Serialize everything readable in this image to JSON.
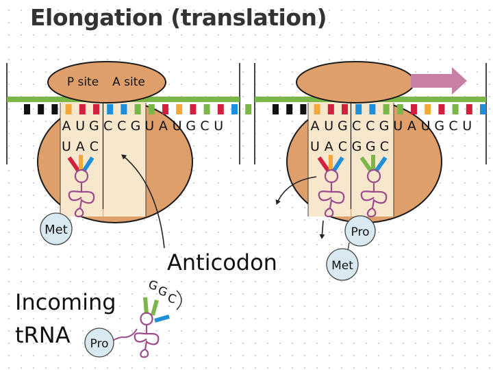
{
  "title": "Elongation (translation)",
  "colors": {
    "mrna": "#7ab648",
    "ribosome": "#de9f6b",
    "ribosome_edge": "#1a1a1a",
    "site_band": "#f7e7cc",
    "arrow": "#c77fa6",
    "amino_acid_fill": "#d9e9f2",
    "trna_loop": "#9b4b8c",
    "codon_colors": {
      "black": "#111111",
      "red": "#d1213f",
      "green": "#7ab648",
      "blue": "#1e8fd8",
      "orange": "#f2a83a"
    }
  },
  "left_panel": {
    "p_site_label": "P site",
    "a_site_label": "A site",
    "codon_letters": "AUGCCGUAUGCU",
    "anticodon_letters": "UAC",
    "amino_acid": "Met",
    "anticodon_callout": "Anticodon",
    "incoming_label_line1": "Incoming",
    "incoming_label_line2": "tRNA",
    "incoming_anticodon": "GGC",
    "incoming_amino_acid": "Pro"
  },
  "right_panel": {
    "codon_letters": "AUGCCGUAUGCU",
    "anticodon_p": "UAC",
    "anticodon_a": "GGC",
    "amino_acid_chain_1": "Pro",
    "amino_acid_chain_2": "Met"
  }
}
